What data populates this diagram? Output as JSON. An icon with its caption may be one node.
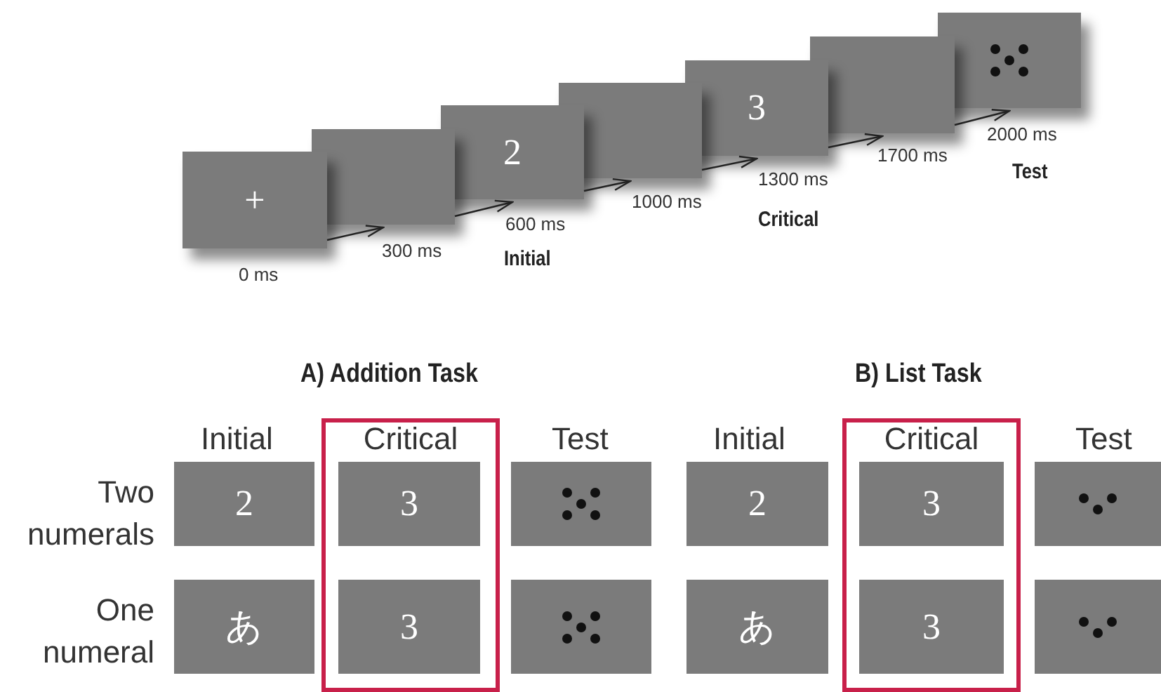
{
  "diagram": {
    "nodes": [
      {
        "text": [
          "+"
        ],
        "beside": [
          "0 ms"
        ]
      },
      {
        "text": [],
        "shape": "box",
        "beside": [
          "300 ms"
        ]
      },
      {
        "text": [
          "2"
        ],
        "beside": [
          "600 ms",
          "Initial"
        ]
      },
      {
        "text": [],
        "shape": "box",
        "beside": [
          "1000 ms"
        ]
      },
      {
        "text": [
          "3"
        ],
        "beside": [
          "1300 ms",
          "Critical"
        ]
      },
      {
        "text": [],
        "shape": "box",
        "beside": [
          "1700 ms"
        ]
      },
      {
        "text": [],
        "shape": "picture",
        "beside": [
          "2000 ms",
          "Test"
        ]
      },
      {
        "text": [
          "Critical"
        ]
      },
      {
        "text": [
          "2"
        ]
      },
      {
        "text": [
          "3"
        ],
        "in": 7
      },
      {
        "text": [],
        "shape": "picture"
      },
      {
        "text": [
          "あ"
        ]
      },
      {
        "text": [
          "3"
        ],
        "in": 7
      },
      {
        "text": [],
        "shape": "picture"
      },
      {
        "text": [
          "Critical"
        ]
      },
      {
        "text": [
          "2"
        ]
      },
      {
        "text": [
          "3"
        ],
        "in": 14
      },
      {
        "text": [],
        "shape": "picture"
      },
      {
        "text": [
          "あ"
        ]
      },
      {
        "text": [
          "3"
        ],
        "in": 14
      },
      {
        "text": [],
        "shape": "picture"
      }
    ],
    "edges": [
      {
        "from": 0,
        "to": 1,
        "arrow": "to"
      },
      {
        "from": 1,
        "to": 2,
        "arrow": "to"
      },
      {
        "from": 2,
        "to": 3,
        "arrow": "to"
      },
      {
        "from": 3,
        "to": 4,
        "arrow": "to"
      },
      {
        "from": 4,
        "to": 5,
        "arrow": "to"
      },
      {
        "from": 5,
        "to": 6,
        "arrow": "to"
      }
    ],
    "labels": [
      "A) Addition Task",
      "B) List Task",
      "Initial",
      "Test",
      "Initial",
      "Test",
      "Two numerals",
      "One numeral"
    ]
  }
}
